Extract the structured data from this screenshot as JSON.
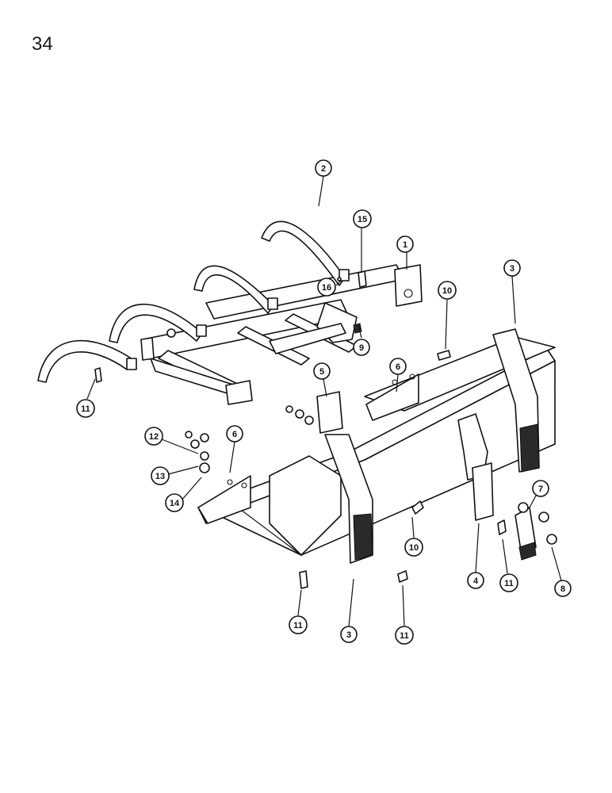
{
  "page": {
    "number": "34"
  },
  "callouts": [
    {
      "id": "c1",
      "label": "1"
    },
    {
      "id": "c2",
      "label": "2"
    },
    {
      "id": "c3a",
      "label": "3"
    },
    {
      "id": "c3b",
      "label": "3"
    },
    {
      "id": "c4",
      "label": "4"
    },
    {
      "id": "c5",
      "label": "5"
    },
    {
      "id": "c6a",
      "label": "6"
    },
    {
      "id": "c6b",
      "label": "6"
    },
    {
      "id": "c7",
      "label": "7"
    },
    {
      "id": "c8",
      "label": "8"
    },
    {
      "id": "c9",
      "label": "9"
    },
    {
      "id": "c10a",
      "label": "10"
    },
    {
      "id": "c10b",
      "label": "10"
    },
    {
      "id": "c11a",
      "label": "11"
    },
    {
      "id": "c11b",
      "label": "11"
    },
    {
      "id": "c11c",
      "label": "11"
    },
    {
      "id": "c11d",
      "label": "11"
    },
    {
      "id": "c12",
      "label": "12"
    },
    {
      "id": "c13",
      "label": "13"
    },
    {
      "id": "c14",
      "label": "14"
    },
    {
      "id": "c15",
      "label": "15"
    },
    {
      "id": "c16",
      "label": "16"
    }
  ]
}
